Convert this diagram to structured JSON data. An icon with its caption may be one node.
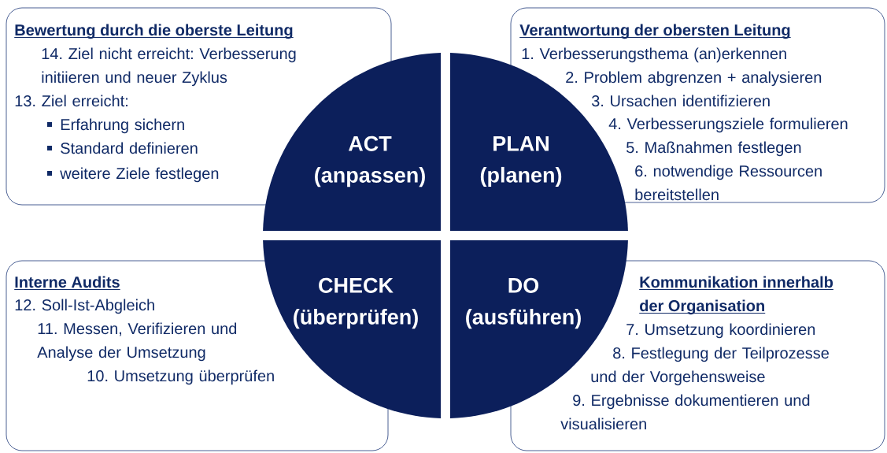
{
  "diagram": {
    "nodes": [
      {
        "text": [
          "Bewertung durch die oberste Leitung",
          "14. Ziel nicht erreicht: Verbesserung initiieren und neuer Zyklus",
          "13. Ziel erreicht:",
          "Erfahrung sichern",
          "Standard definieren",
          "weitere Ziele festlegen"
        ]
      },
      {
        "text": [
          "Verantwortung der obersten Leitung",
          "1. Verbesserungsthema (an)erkennen",
          "2. Problem abgrenzen + analysieren",
          "3. Ursachen identifizieren",
          "4. Verbesserungsziele formulieren",
          "5. Maßnahmen festlegen",
          "6. notwendige Ressourcen bereitstellen"
        ]
      },
      {
        "text": [
          "ACT (anpassen)"
        ]
      },
      {
        "text": [
          "PLAN (planen)"
        ]
      },
      {
        "text": [
          "CHECK (überprüfen)"
        ]
      },
      {
        "text": [
          "DO (ausführen)"
        ]
      },
      {
        "text": [
          "Interne Audits",
          "12. Soll-Ist-Abgleich",
          "11. Messen, Verifizieren und Analyse der Umsetzung",
          "10. Umsetzung überprüfen"
        ]
      },
      {
        "text": [
          "Kommunikation innerhalb der Organisation",
          "7. Umsetzung koordinieren",
          "8. Festlegung der Teilprozesse und der Vorgehensweise",
          "9. Ergebnisse dokumentieren und visualisieren"
        ]
      }
    ]
  }
}
